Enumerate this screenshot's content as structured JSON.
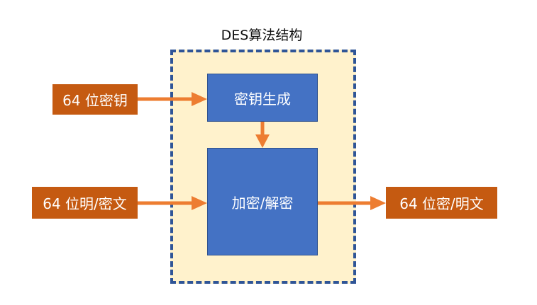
{
  "title": "DES算法结构",
  "colors": {
    "frame_border": "#2f5597",
    "frame_fill": "#fff2cc",
    "process_fill": "#4472c4",
    "io_fill": "#c55a11",
    "arrow": "#ed7d31"
  },
  "nodes": {
    "key_generation": "密钥生成",
    "encrypt_decrypt": "加密/解密",
    "key_input": "64 位密钥",
    "text_input": "64 位明/密文",
    "text_output": "64 位密/明文"
  }
}
